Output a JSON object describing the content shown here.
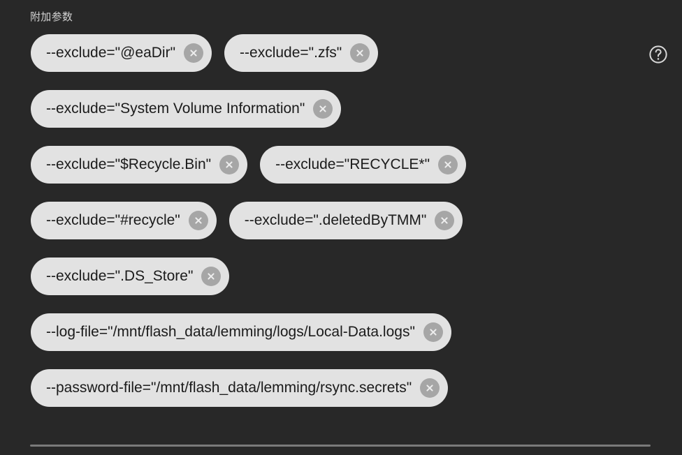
{
  "field": {
    "label": "附加参数",
    "help_icon": "question-mark-circle-icon"
  },
  "colors": {
    "background": "#282828",
    "chip_background": "#e2e2e2",
    "chip_text": "#1b1b1b",
    "label_text": "#d2d2d2",
    "remove_button": "#a6a6a6",
    "divider": "#7a7a7a"
  },
  "chip_rows": [
    {
      "chips": [
        {
          "label": "--exclude=\"@eaDir\"",
          "remove_icon": "close-circle-icon"
        },
        {
          "label": "--exclude=\".zfs\"",
          "remove_icon": "close-circle-icon"
        }
      ]
    },
    {
      "chips": [
        {
          "label": "--exclude=\"System Volume Information\"",
          "remove_icon": "close-circle-icon"
        }
      ]
    },
    {
      "chips": [
        {
          "label": "--exclude=\"$Recycle.Bin\"",
          "remove_icon": "close-circle-icon"
        },
        {
          "label": "--exclude=\"RECYCLE*\"",
          "remove_icon": "close-circle-icon"
        }
      ]
    },
    {
      "chips": [
        {
          "label": "--exclude=\"#recycle\"",
          "remove_icon": "close-circle-icon"
        },
        {
          "label": "--exclude=\".deletedByTMM\"",
          "remove_icon": "close-circle-icon"
        }
      ]
    },
    {
      "chips": [
        {
          "label": "--exclude=\".DS_Store\"",
          "remove_icon": "close-circle-icon"
        }
      ]
    },
    {
      "chips": [
        {
          "label": "--log-file=\"/mnt/flash_data/lemming/logs/Local-Data.logs\"",
          "remove_icon": "close-circle-icon"
        }
      ]
    },
    {
      "chips": [
        {
          "label": "--password-file=\"/mnt/flash_data/lemming/rsync.secrets\"",
          "remove_icon": "close-circle-icon"
        }
      ]
    }
  ]
}
